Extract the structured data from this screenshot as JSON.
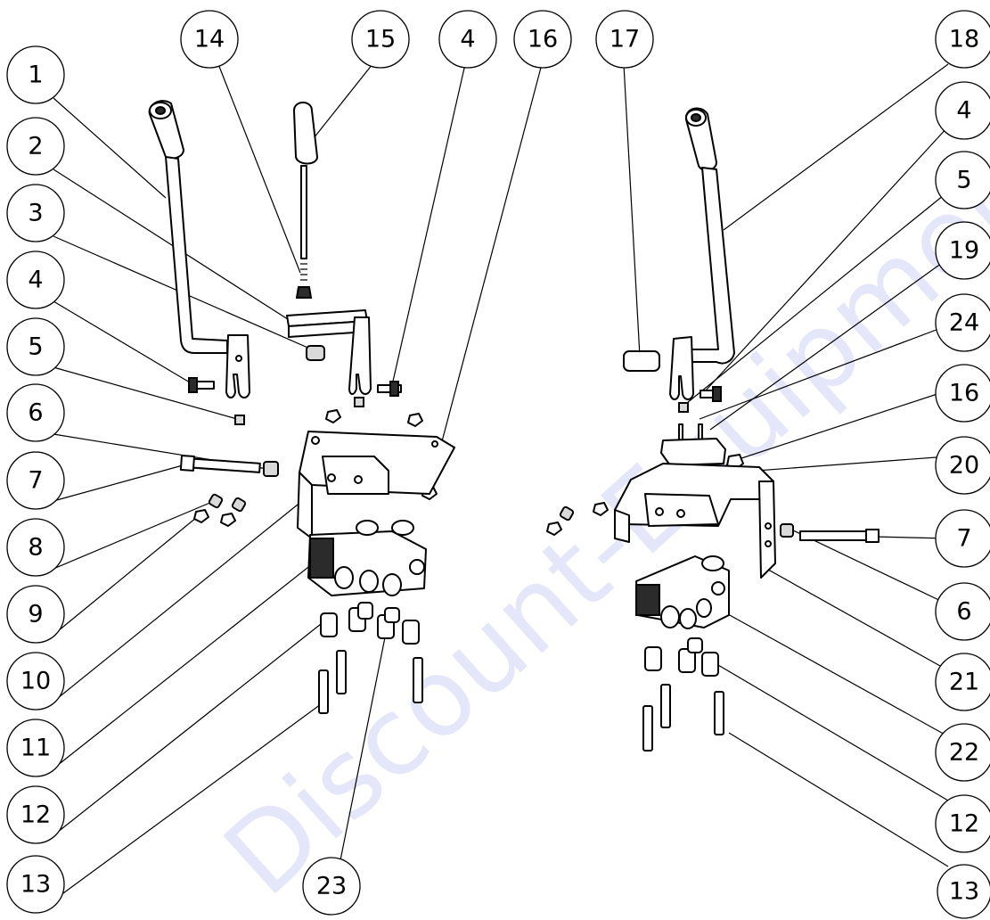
{
  "watermark": "Discount-Equipment",
  "colors": {
    "line": "#000000",
    "background": "#ffffff",
    "watermark": "#2f3fd0"
  },
  "callouts": [
    {
      "id": "c1",
      "label": "1"
    },
    {
      "id": "c2",
      "label": "2"
    },
    {
      "id": "c3",
      "label": "3"
    },
    {
      "id": "c4a",
      "label": "4"
    },
    {
      "id": "c5a",
      "label": "5"
    },
    {
      "id": "c6a",
      "label": "6"
    },
    {
      "id": "c7a",
      "label": "7"
    },
    {
      "id": "c8",
      "label": "8"
    },
    {
      "id": "c9",
      "label": "9"
    },
    {
      "id": "c10",
      "label": "10"
    },
    {
      "id": "c11",
      "label": "11"
    },
    {
      "id": "c12a",
      "label": "12"
    },
    {
      "id": "c13a",
      "label": "13"
    },
    {
      "id": "c14",
      "label": "14"
    },
    {
      "id": "c15",
      "label": "15"
    },
    {
      "id": "c4b",
      "label": "4"
    },
    {
      "id": "c16a",
      "label": "16"
    },
    {
      "id": "c17",
      "label": "17"
    },
    {
      "id": "c23",
      "label": "23"
    },
    {
      "id": "c18",
      "label": "18"
    },
    {
      "id": "c4c",
      "label": "4"
    },
    {
      "id": "c5b",
      "label": "5"
    },
    {
      "id": "c19",
      "label": "19"
    },
    {
      "id": "c24",
      "label": "24"
    },
    {
      "id": "c16b",
      "label": "16"
    },
    {
      "id": "c20",
      "label": "20"
    },
    {
      "id": "c7b",
      "label": "7"
    },
    {
      "id": "c6b",
      "label": "6"
    },
    {
      "id": "c21",
      "label": "21"
    },
    {
      "id": "c22",
      "label": "22"
    },
    {
      "id": "c12b",
      "label": "12"
    },
    {
      "id": "c13b",
      "label": "13"
    }
  ]
}
